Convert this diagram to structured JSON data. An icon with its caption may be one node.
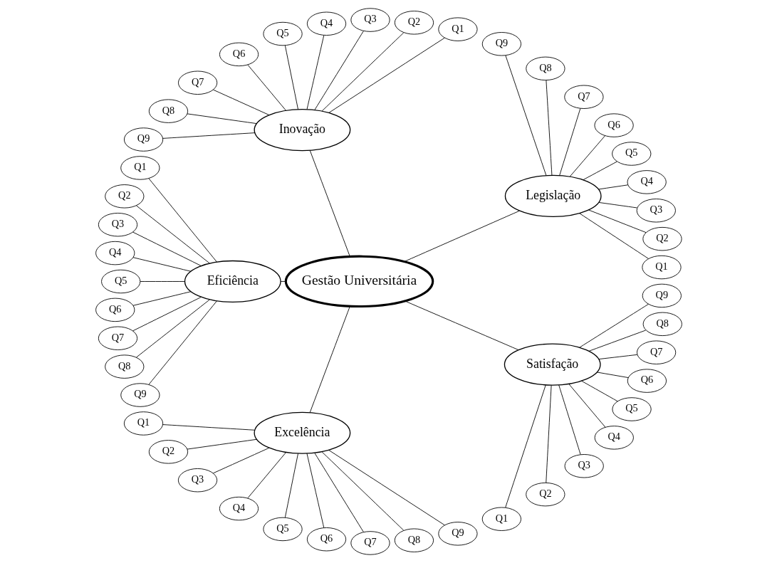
{
  "diagram": {
    "nodes": [
      {
        "text": [
          "Gestão Universitária"
        ]
      },
      {
        "text": [
          "Legislação"
        ]
      },
      {
        "text": [
          "Q1"
        ]
      },
      {
        "text": [
          "Q2"
        ]
      },
      {
        "text": [
          "Q3"
        ]
      },
      {
        "text": [
          "Q4"
        ]
      },
      {
        "text": [
          "Q5"
        ]
      },
      {
        "text": [
          "Q6"
        ]
      },
      {
        "text": [
          "Q7"
        ]
      },
      {
        "text": [
          "Q8"
        ]
      },
      {
        "text": [
          "Q9"
        ]
      },
      {
        "text": [
          "Inovação"
        ]
      },
      {
        "text": [
          "Q1"
        ]
      },
      {
        "text": [
          "Q2"
        ]
      },
      {
        "text": [
          "Q3"
        ]
      },
      {
        "text": [
          "Q4"
        ]
      },
      {
        "text": [
          "Q5"
        ]
      },
      {
        "text": [
          "Q6"
        ]
      },
      {
        "text": [
          "Q7"
        ]
      },
      {
        "text": [
          "Q8"
        ]
      },
      {
        "text": [
          "Q9"
        ]
      },
      {
        "text": [
          "Eficiência"
        ]
      },
      {
        "text": [
          "Q1"
        ]
      },
      {
        "text": [
          "Q2"
        ]
      },
      {
        "text": [
          "Q3"
        ]
      },
      {
        "text": [
          "Q4"
        ]
      },
      {
        "text": [
          "Q5"
        ]
      },
      {
        "text": [
          "Q6"
        ]
      },
      {
        "text": [
          "Q7"
        ]
      },
      {
        "text": [
          "Q8"
        ]
      },
      {
        "text": [
          "Q9"
        ]
      },
      {
        "text": [
          "Excelência"
        ]
      },
      {
        "text": [
          "Q1"
        ]
      },
      {
        "text": [
          "Q2"
        ]
      },
      {
        "text": [
          "Q3"
        ]
      },
      {
        "text": [
          "Q4"
        ]
      },
      {
        "text": [
          "Q5"
        ]
      },
      {
        "text": [
          "Q6"
        ]
      },
      {
        "text": [
          "Q7"
        ]
      },
      {
        "text": [
          "Q8"
        ]
      },
      {
        "text": [
          "Q9"
        ]
      },
      {
        "text": [
          "Satisfação"
        ]
      },
      {
        "text": [
          "Q1"
        ]
      },
      {
        "text": [
          "Q2"
        ]
      },
      {
        "text": [
          "Q3"
        ]
      },
      {
        "text": [
          "Q4"
        ]
      },
      {
        "text": [
          "Q5"
        ]
      },
      {
        "text": [
          "Q6"
        ]
      },
      {
        "text": [
          "Q7"
        ]
      },
      {
        "text": [
          "Q8"
        ]
      },
      {
        "text": [
          "Q9"
        ]
      }
    ],
    "edges": [
      {
        "from": 0,
        "to": 1,
        "arrow": "none"
      },
      {
        "from": 1,
        "to": 2,
        "arrow": "none"
      },
      {
        "from": 1,
        "to": 3,
        "arrow": "none"
      },
      {
        "from": 1,
        "to": 4,
        "arrow": "none"
      },
      {
        "from": 1,
        "to": 5,
        "arrow": "none"
      },
      {
        "from": 1,
        "to": 6,
        "arrow": "none"
      },
      {
        "from": 1,
        "to": 7,
        "arrow": "none"
      },
      {
        "from": 1,
        "to": 8,
        "arrow": "none"
      },
      {
        "from": 1,
        "to": 9,
        "arrow": "none"
      },
      {
        "from": 1,
        "to": 10,
        "arrow": "none"
      },
      {
        "from": 0,
        "to": 11,
        "arrow": "none"
      },
      {
        "from": 11,
        "to": 12,
        "arrow": "none"
      },
      {
        "from": 11,
        "to": 13,
        "arrow": "none"
      },
      {
        "from": 11,
        "to": 14,
        "arrow": "none"
      },
      {
        "from": 11,
        "to": 15,
        "arrow": "none"
      },
      {
        "from": 11,
        "to": 16,
        "arrow": "none"
      },
      {
        "from": 11,
        "to": 17,
        "arrow": "none"
      },
      {
        "from": 11,
        "to": 18,
        "arrow": "none"
      },
      {
        "from": 11,
        "to": 19,
        "arrow": "none"
      },
      {
        "from": 11,
        "to": 20,
        "arrow": "none"
      },
      {
        "from": 0,
        "to": 21,
        "arrow": "none"
      },
      {
        "from": 21,
        "to": 22,
        "arrow": "none"
      },
      {
        "from": 21,
        "to": 23,
        "arrow": "none"
      },
      {
        "from": 21,
        "to": 24,
        "arrow": "none"
      },
      {
        "from": 21,
        "to": 25,
        "arrow": "none"
      },
      {
        "from": 21,
        "to": 26,
        "arrow": "none"
      },
      {
        "from": 21,
        "to": 27,
        "arrow": "none"
      },
      {
        "from": 21,
        "to": 28,
        "arrow": "none"
      },
      {
        "from": 21,
        "to": 29,
        "arrow": "none"
      },
      {
        "from": 21,
        "to": 30,
        "arrow": "none"
      },
      {
        "from": 0,
        "to": 31,
        "arrow": "none"
      },
      {
        "from": 31,
        "to": 32,
        "arrow": "none"
      },
      {
        "from": 31,
        "to": 33,
        "arrow": "none"
      },
      {
        "from": 31,
        "to": 34,
        "arrow": "none"
      },
      {
        "from": 31,
        "to": 35,
        "arrow": "none"
      },
      {
        "from": 31,
        "to": 36,
        "arrow": "none"
      },
      {
        "from": 31,
        "to": 37,
        "arrow": "none"
      },
      {
        "from": 31,
        "to": 38,
        "arrow": "none"
      },
      {
        "from": 31,
        "to": 39,
        "arrow": "none"
      },
      {
        "from": 31,
        "to": 40,
        "arrow": "none"
      },
      {
        "from": 0,
        "to": 41,
        "arrow": "none"
      },
      {
        "from": 41,
        "to": 42,
        "arrow": "none"
      },
      {
        "from": 41,
        "to": 43,
        "arrow": "none"
      },
      {
        "from": 41,
        "to": 44,
        "arrow": "none"
      },
      {
        "from": 41,
        "to": 45,
        "arrow": "none"
      },
      {
        "from": 41,
        "to": 46,
        "arrow": "none"
      },
      {
        "from": 41,
        "to": 47,
        "arrow": "none"
      },
      {
        "from": 41,
        "to": 48,
        "arrow": "none"
      },
      {
        "from": 41,
        "to": 49,
        "arrow": "none"
      },
      {
        "from": 41,
        "to": 50,
        "arrow": "none"
      }
    ]
  }
}
